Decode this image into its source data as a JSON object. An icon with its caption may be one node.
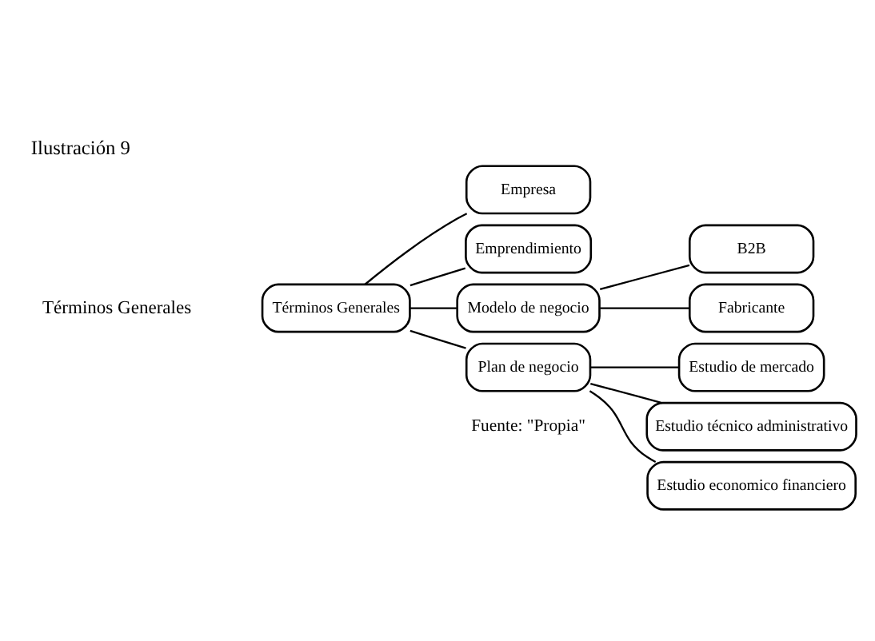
{
  "diagram": {
    "title": "Ilustración 9",
    "caption": "Fuente: \"Propia\"",
    "nodes": [
      {
        "text": [
          "Términos Generales"
        ]
      },
      {
        "text": [
          "Empresa"
        ]
      },
      {
        "text": [
          "Emprendimiento"
        ]
      },
      {
        "text": [
          "Modelo de negocio"
        ]
      },
      {
        "text": [
          "B2B"
        ]
      },
      {
        "text": [
          "Fabricante"
        ]
      },
      {
        "text": [
          "Plan de negocio"
        ]
      },
      {
        "text": [
          "Estudio de mercado"
        ]
      },
      {
        "text": [
          "Estudio técnico administrativo"
        ]
      },
      {
        "text": [
          "Estudio economico financiero"
        ]
      }
    ],
    "edges": [
      {
        "from": 0,
        "to": 1,
        "arrow": "none"
      },
      {
        "from": 0,
        "to": 2,
        "arrow": "none"
      },
      {
        "from": 0,
        "to": 3,
        "arrow": "none"
      },
      {
        "from": 0,
        "to": 6,
        "arrow": "none"
      },
      {
        "from": 3,
        "to": 4,
        "arrow": "none"
      },
      {
        "from": 3,
        "to": 5,
        "arrow": "none"
      },
      {
        "from": 6,
        "to": 7,
        "arrow": "none"
      },
      {
        "from": 6,
        "to": 8,
        "arrow": "none"
      },
      {
        "from": 6,
        "to": 9,
        "arrow": "none"
      }
    ],
    "labels": [
      "Términos Generales"
    ]
  }
}
